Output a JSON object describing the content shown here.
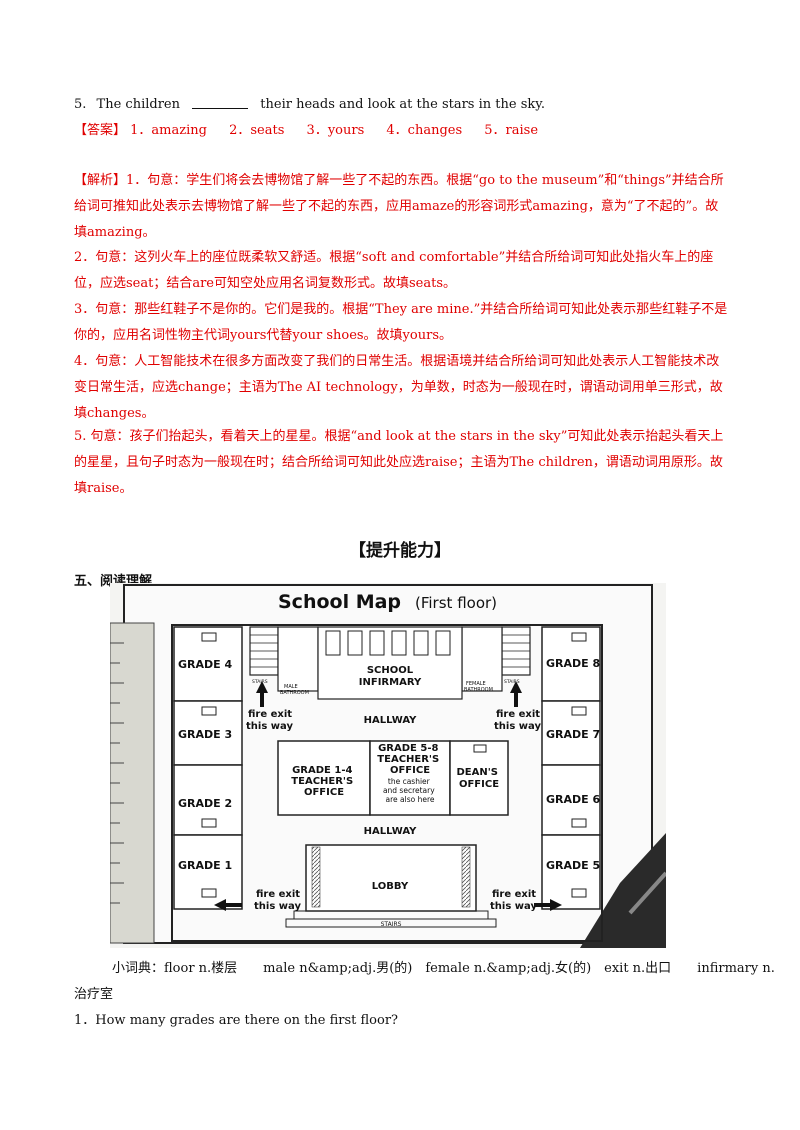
{
  "q5": {
    "num": "5.",
    "before": "The children",
    "after": "their heads and look at the stars in the sky."
  },
  "answer": {
    "label": "【答案】",
    "items": [
      "1．amazing",
      "2．seats",
      "3．yours",
      "4．changes",
      "5．raise"
    ]
  },
  "analysis": {
    "label": "【解析】",
    "p1": "1．句意：学生们将会去博物馆了解一些了不起的东西。根据“go to the museum”和“things”并结合所给词可推知此处表示去博物馆了解一些了不起的东西，应用amaze的形容词形式amazing，意为“了不起的”。故填amazing。",
    "p2": "2．句意：这列火车上的座位既柔软又舒适。根据“soft and comfortable”并结合所给词可知此处指火车上的座位，应选seat；结合are可知空处应用名词复数形式。故填seats。",
    "p3": "3．句意：那些红鞋子不是你的。它们是我的。根据“They are mine.”并结合所给词可知此处表示那些红鞋子不是你的，应用名词性物主代词yours代替your shoes。故填yours。",
    "p4": "4．句意：人工智能技术在很多方面改变了我们的日常生活。根据语境并结合所给词可知此处表示人工智能技术改变日常生活，应选change；主语为The AI technology，为单数，时态为一般现在时，谓语动词用单三形式，故填changes。",
    "p5": "5. 句意：孩子们抬起头，看着天上的星星。根据“and look at the stars in the sky”可知此处表示抬起头看天上的星星，且句子时态为一般现在时；结合所给词可知此处应选raise；主语为The children，谓语动词用原形。故填raise。"
  },
  "section_title": "【提升能力】",
  "reading_label": "五、阅读理解",
  "map": {
    "title": "School Map",
    "subtitle": "(First floor)",
    "grades_left": [
      "GRADE 4",
      "GRADE 3",
      "GRADE 2",
      "GRADE 1"
    ],
    "grades_right": [
      "GRADE 8",
      "GRADE 7",
      "GRADE 6",
      "GRADE 5"
    ],
    "infirmary": [
      "SCHOOL",
      "INFIRMARY"
    ],
    "male_bathroom": [
      "MALE",
      "BATHROOM"
    ],
    "female_bathroom": [
      "FEMALE",
      "BATHROOM"
    ],
    "stairs": "STAIRS",
    "hallway": "HALLWAY",
    "fire_exit": [
      "fire exit",
      "this way"
    ],
    "office_1_4": [
      "GRADE 1-4",
      "TEACHER'S",
      "OFFICE"
    ],
    "office_5_8": [
      "GRADE 5-8",
      "TEACHER'S",
      "OFFICE"
    ],
    "office_5_8_note": [
      "the cashier",
      "and secretary",
      "are also here"
    ],
    "dean": [
      "DEAN'S",
      "OFFICE"
    ],
    "lobby": "LOBBY"
  },
  "glossary": "小词典：floor n.楼层　　male n&amp;adj.男(的)　female n.&amp;adj.女(的)　exit n.出口　　infirmary n.",
  "glossary_cont": "治疗室",
  "question1": "1．How many grades are there on the first floor?"
}
